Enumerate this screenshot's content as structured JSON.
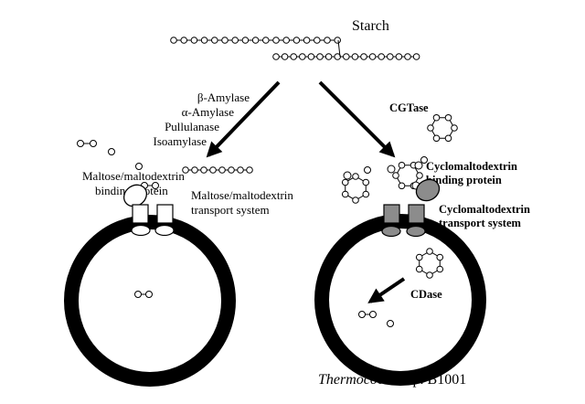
{
  "diagram": {
    "title": "Starch",
    "left_enzymes": [
      "β-Amylase",
      "α-Amylase",
      "Pullulanase",
      "Isoamylase"
    ],
    "maltose_binding_protein": [
      "Maltose/maltodextrin",
      "binding protein"
    ],
    "maltose_transport": [
      "Maltose/maltodextrin",
      "transport system"
    ],
    "right_enzyme": "CGTase",
    "cyclo_binding_protein": [
      "Cyclomaltodextrin",
      "binding protein"
    ],
    "cyclo_transport": [
      "Cyclomaltodextrin",
      "transport system"
    ],
    "cdase": "CDase",
    "organism_italic": "Thermococcus",
    "organism_rest": " sp. B1001"
  }
}
